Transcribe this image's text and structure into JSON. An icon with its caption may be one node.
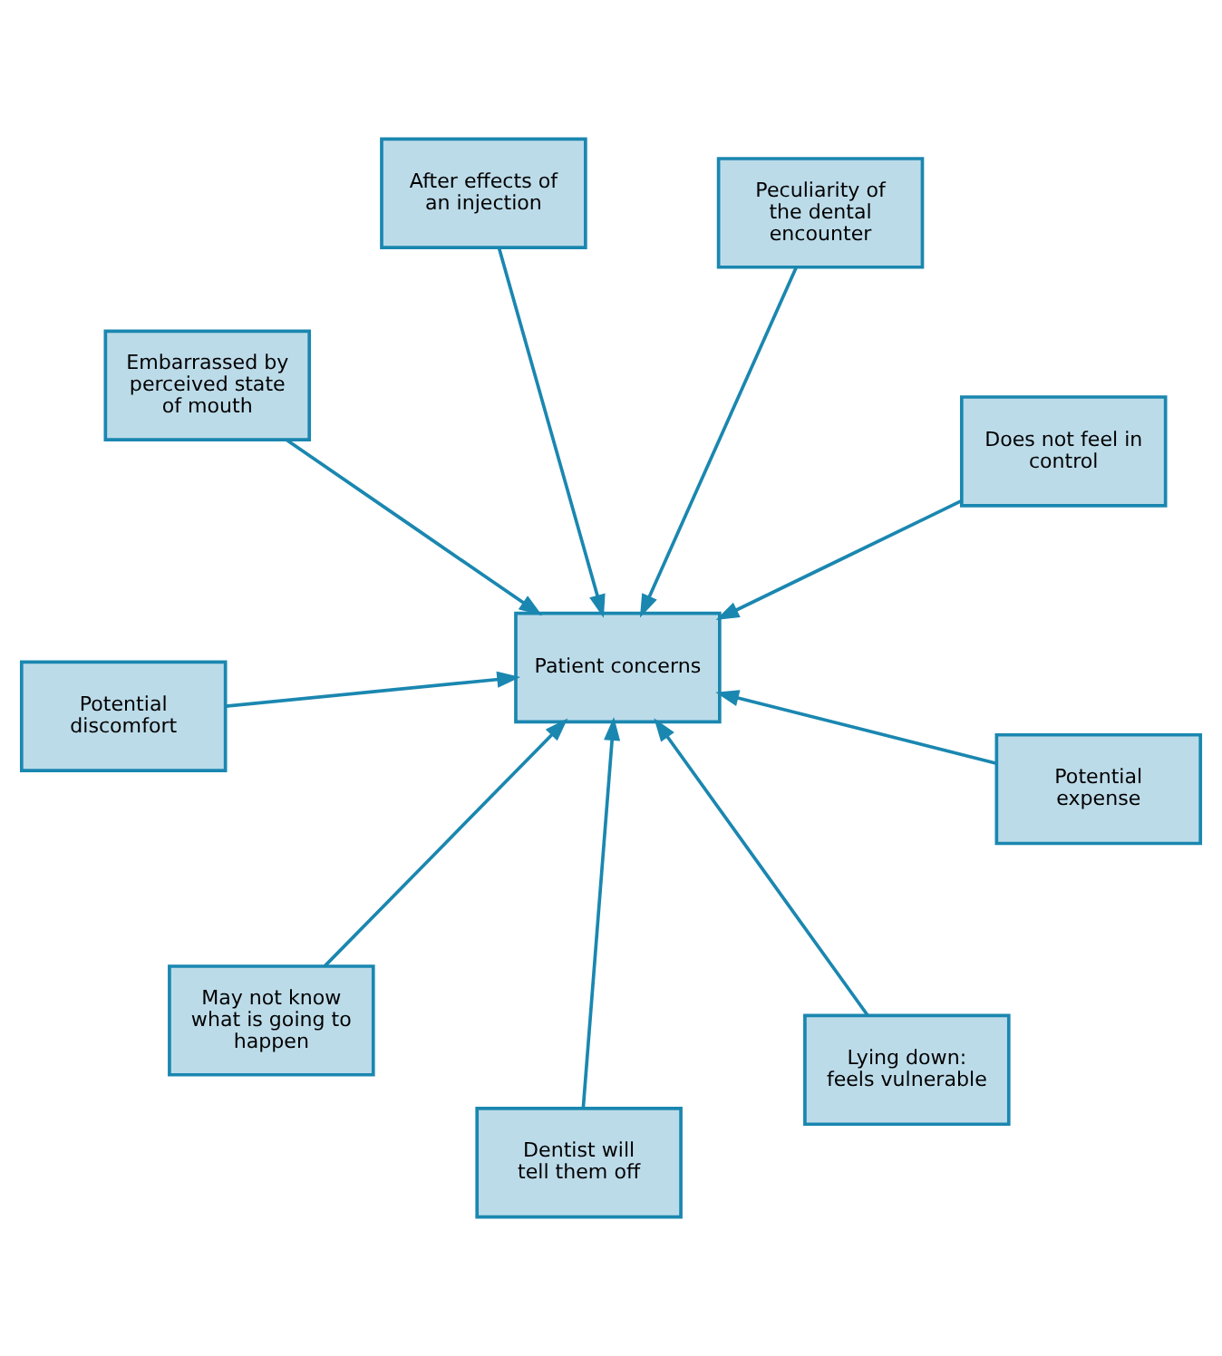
{
  "diagram": {
    "nodes": [
      {
        "text": [
          "Patient concerns"
        ]
      },
      {
        "text": [
          "Does not feel in control"
        ]
      },
      {
        "text": [
          "Dentist will tell them off"
        ]
      },
      {
        "text": [
          "Embarrassed by perceived state of mouth"
        ]
      },
      {
        "text": [
          "Peculiarity of the dental encounter"
        ]
      },
      {
        "text": [
          "After effects of an injection"
        ]
      },
      {
        "text": [
          "Potential discomfort"
        ]
      },
      {
        "text": [
          "Potential expense"
        ]
      },
      {
        "text": [
          "May not know what is going to happen"
        ]
      },
      {
        "text": [
          "Lying down: feels vulnerable"
        ]
      }
    ],
    "edges": [
      {
        "from": 1,
        "to": 0,
        "arrow": "to"
      },
      {
        "from": 2,
        "to": 0,
        "arrow": "to"
      },
      {
        "from": 3,
        "to": 0,
        "arrow": "to"
      },
      {
        "from": 4,
        "to": 0,
        "arrow": "to"
      },
      {
        "from": 5,
        "to": 0,
        "arrow": "to"
      },
      {
        "from": 6,
        "to": 0,
        "arrow": "to"
      },
      {
        "from": 7,
        "to": 0,
        "arrow": "to"
      },
      {
        "from": 8,
        "to": 0,
        "arrow": "to"
      },
      {
        "from": 9,
        "to": 0,
        "arrow": "to"
      }
    ]
  }
}
